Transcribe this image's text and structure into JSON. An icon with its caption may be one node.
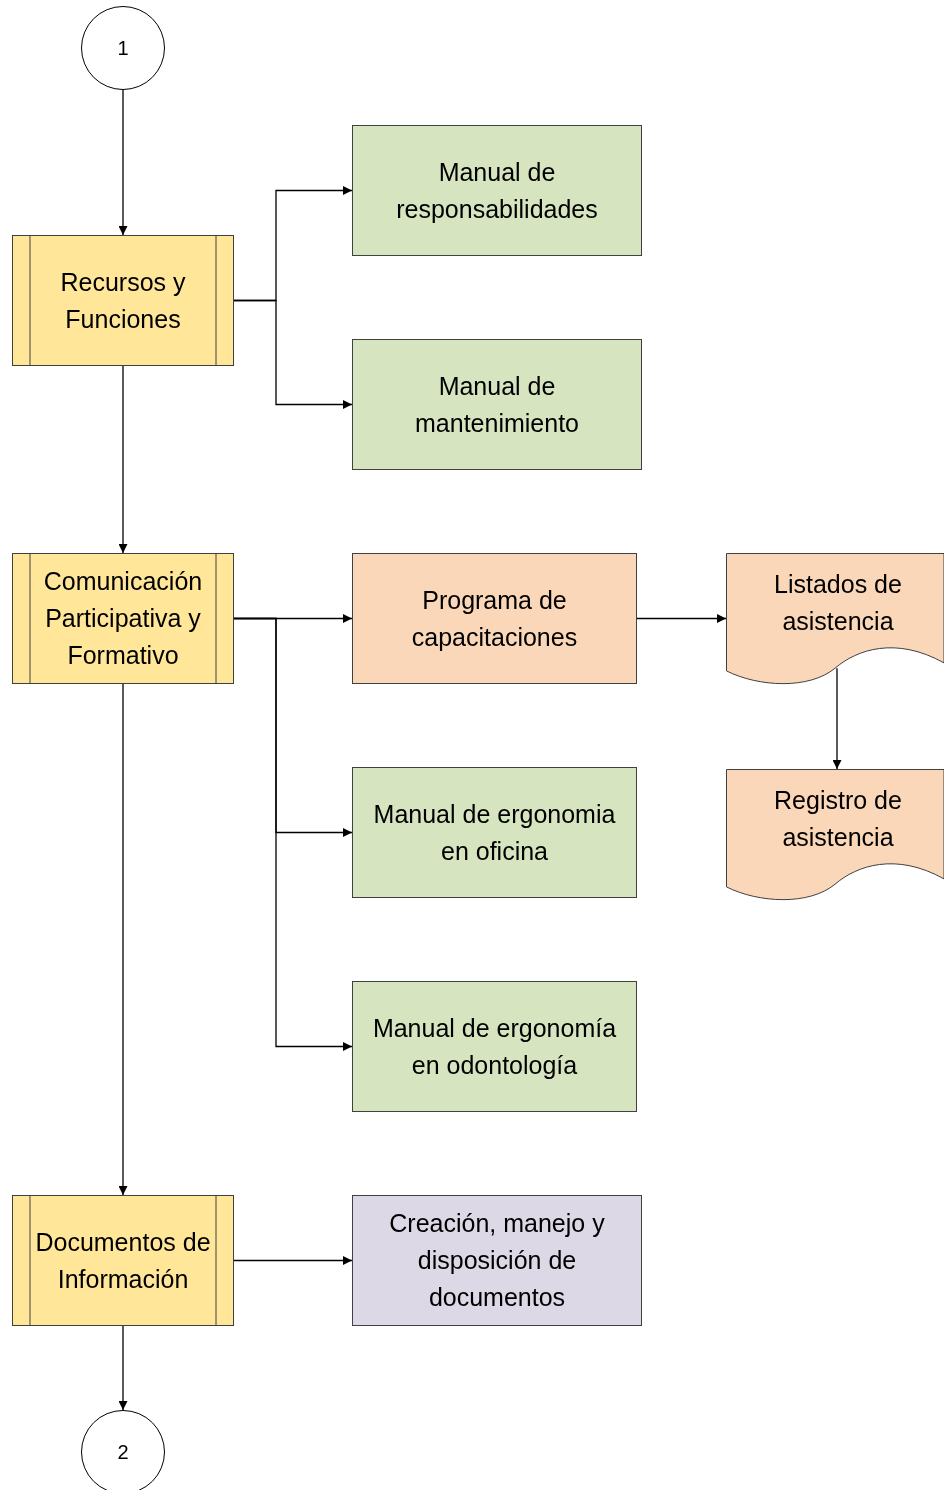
{
  "diagram": {
    "nodes": [
      {
        "text": [
          "1"
        ]
      },
      {
        "text": [
          "Recursos y Funciones"
        ]
      },
      {
        "text": [
          "Manual de responsabilidades"
        ]
      },
      {
        "text": [
          "Manual de mantenimiento"
        ]
      },
      {
        "text": [
          "Comunicación Participativa y Formativo"
        ]
      },
      {
        "text": [
          "Programa de capacitaciones"
        ]
      },
      {
        "text": [
          "Listados de asistencia"
        ]
      },
      {
        "text": [
          "Manual de ergonomia en oficina"
        ]
      },
      {
        "text": [
          "Registro de asistencia"
        ]
      },
      {
        "text": [
          "Manual de ergonomía en odontología"
        ]
      },
      {
        "text": [
          "Documentos de Información"
        ]
      },
      {
        "text": [
          "Creación, manejo y disposición de documentos"
        ]
      },
      {
        "text": [
          "2"
        ]
      }
    ],
    "edges": [
      {
        "from": 0,
        "to": 1,
        "arrow": "to"
      },
      {
        "from": 1,
        "to": 2,
        "arrow": "to"
      },
      {
        "from": 1,
        "to": 3,
        "arrow": "to"
      },
      {
        "from": 1,
        "to": 4,
        "arrow": "to"
      },
      {
        "from": 4,
        "to": 5,
        "arrow": "to"
      },
      {
        "from": 4,
        "to": 7,
        "arrow": "to"
      },
      {
        "from": 4,
        "to": 9,
        "arrow": "to"
      },
      {
        "from": 5,
        "to": 6,
        "arrow": "to"
      },
      {
        "from": 6,
        "to": 8,
        "arrow": "to"
      },
      {
        "from": 4,
        "to": 10,
        "arrow": "to"
      },
      {
        "from": 10,
        "to": 11,
        "arrow": "to"
      },
      {
        "from": 10,
        "to": 12,
        "arrow": "to"
      }
    ]
  }
}
